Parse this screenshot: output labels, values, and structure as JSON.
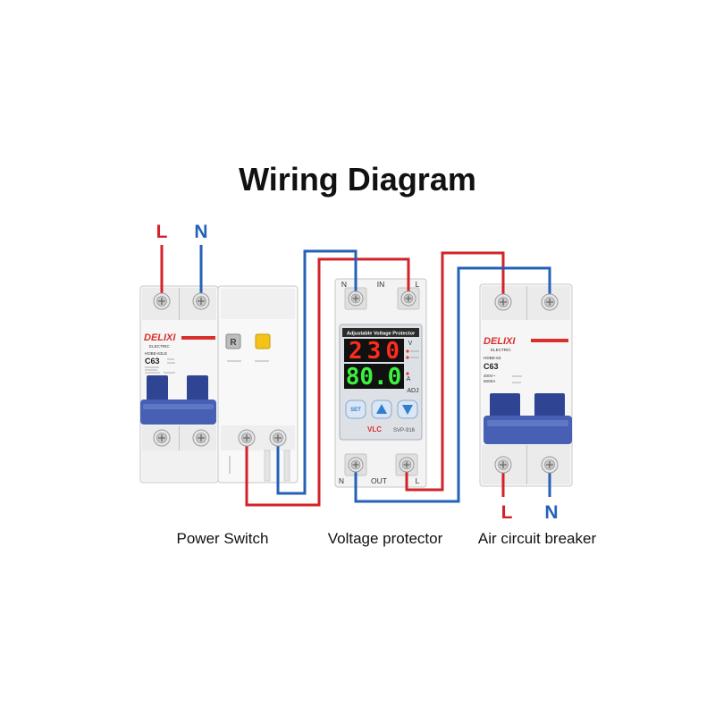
{
  "title": "Wiring Diagram",
  "supply": {
    "line_label": "L",
    "neutral_label": "N"
  },
  "load": {
    "line_label": "L",
    "neutral_label": "N"
  },
  "power_switch": {
    "caption": "Power Switch",
    "brand": "DELIXI",
    "brand_sub": "ELECTRIC",
    "model": "HDBE-63LE",
    "rating": "C63",
    "test_button_label": "R"
  },
  "voltage_protector": {
    "caption": "Voltage protector",
    "panel_title": "Adjustable Voltage Protector",
    "voltage_display": "230",
    "voltage_unit": "V",
    "current_display": "80.0",
    "current_unit": "A",
    "adjust_label": "ADJ",
    "set_button_label": "SET",
    "up_button_icon": "up-arrow-icon",
    "down_button_icon": "down-arrow-icon",
    "brand": "VLC",
    "model": "SVP-916",
    "input_terminals": {
      "neutral": "N",
      "label": "IN",
      "line": "L"
    },
    "output_terminals": {
      "neutral": "N",
      "label": "OUT",
      "line": "L"
    }
  },
  "air_circuit_breaker": {
    "caption": "Air circuit breaker",
    "brand": "DELIXI",
    "brand_sub": "ELECTRIC",
    "model": "HDBE-63",
    "rating": "C63",
    "voltage_rating": "400V~",
    "breaking_capacity": "6000A"
  },
  "colors": {
    "line_wire": "#d2232a",
    "neutral_wire": "#2461b8",
    "handle_blue": "#4760b4",
    "handle_dark": "#2f4594",
    "brand_red": "#d8302c",
    "voltage_digits": "#ff2b1c",
    "current_digits": "#3cf23f",
    "button_blue": "#2f7fd0"
  }
}
